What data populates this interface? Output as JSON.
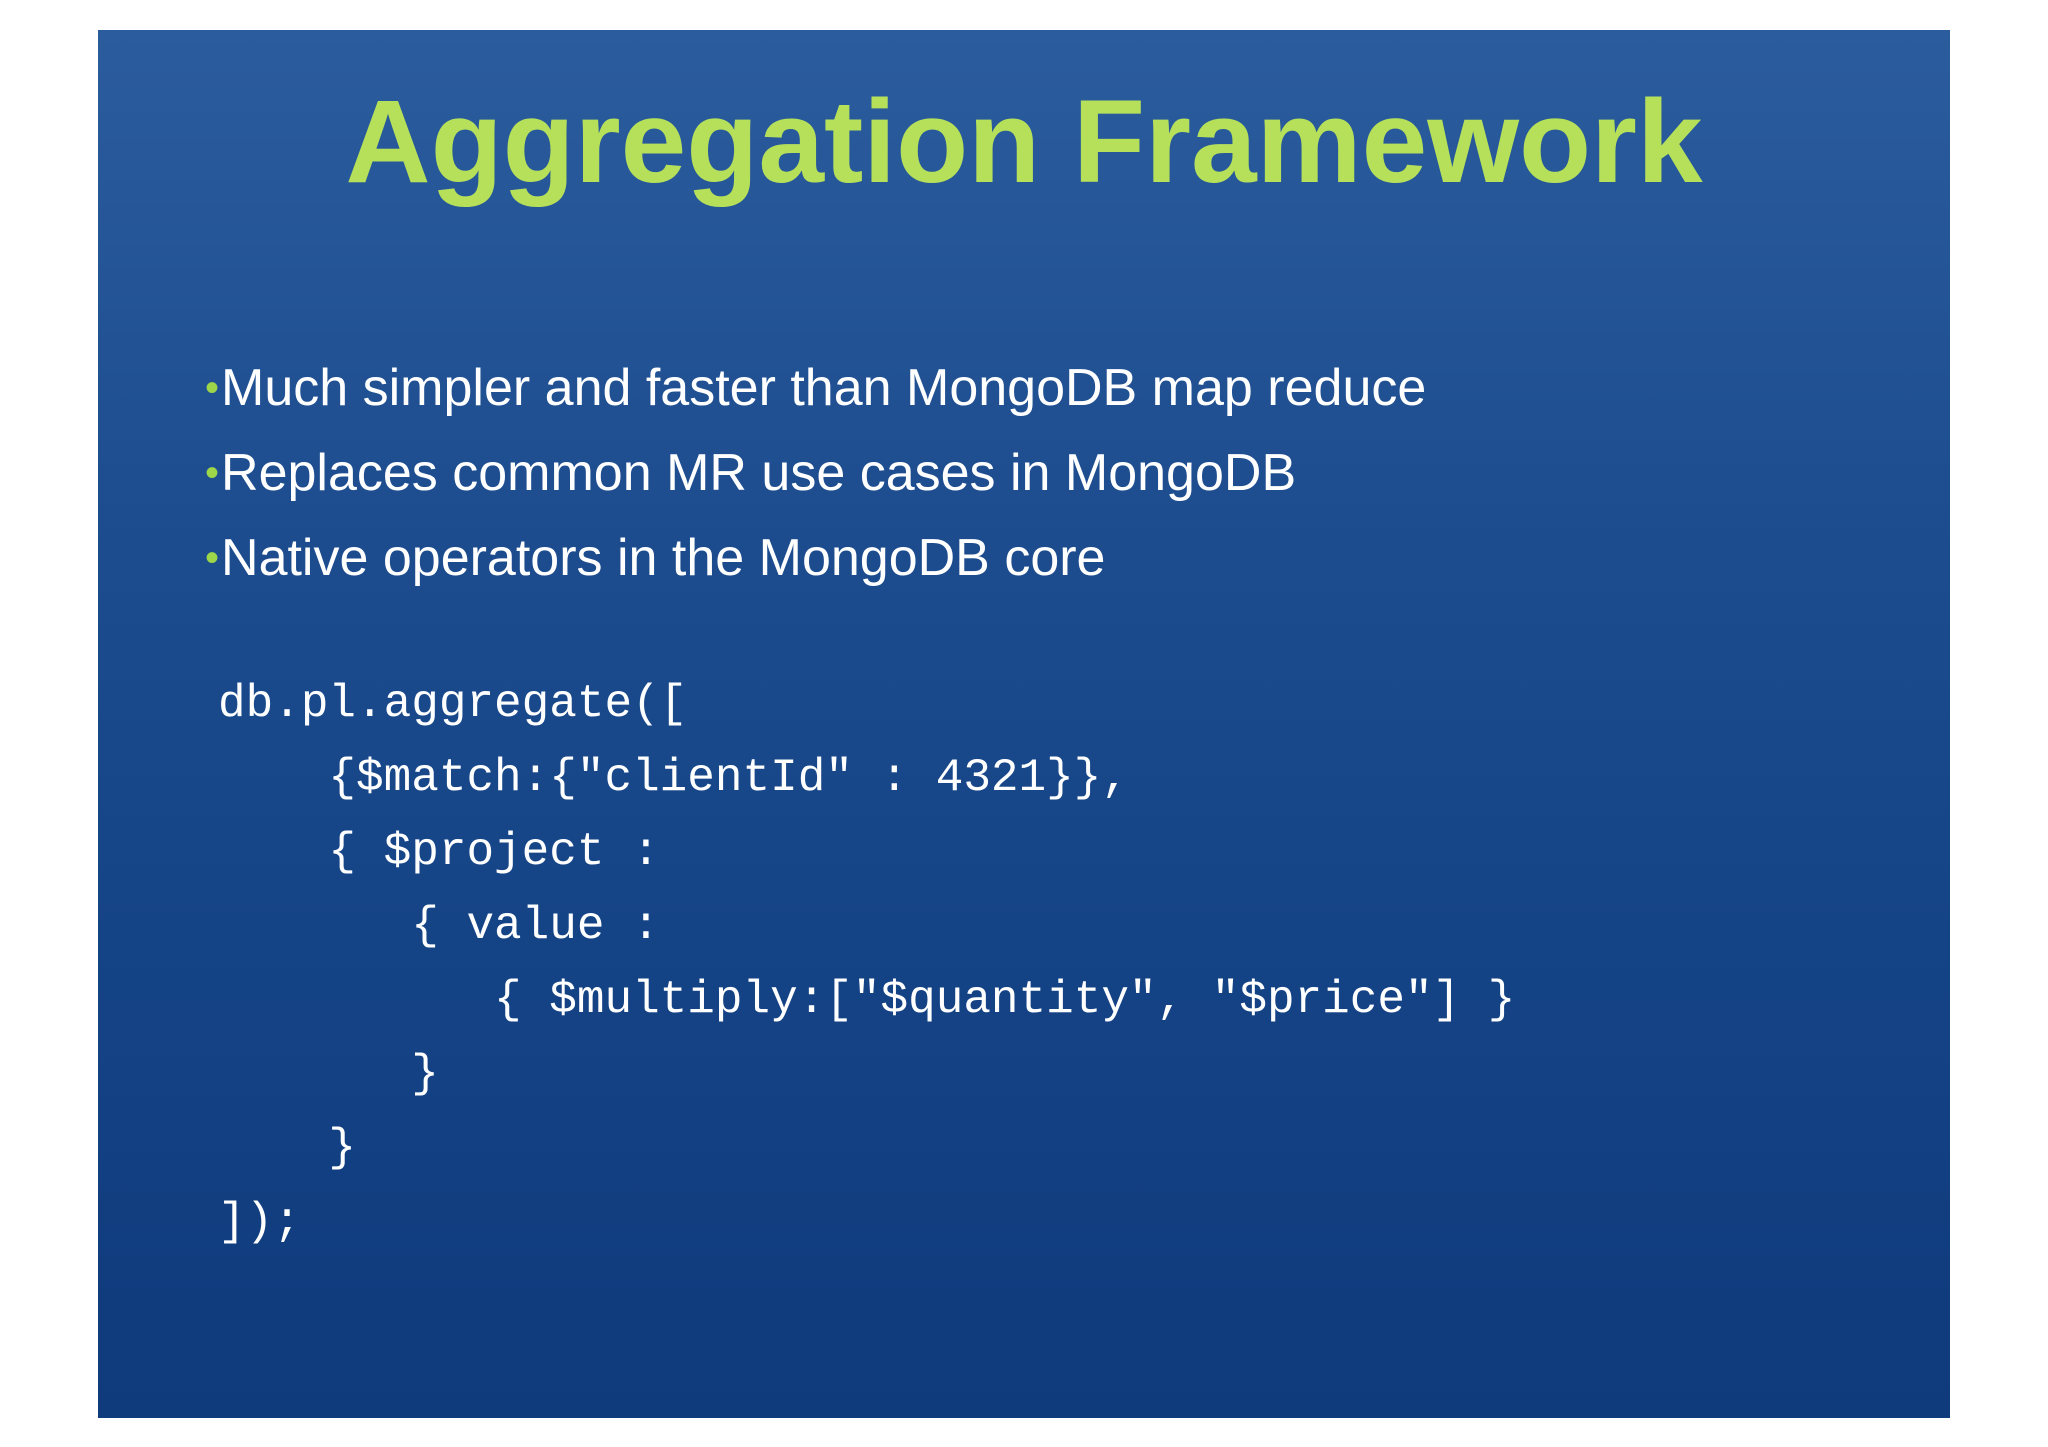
{
  "slide": {
    "title": "Aggregation Framework",
    "bullet_symbol": "•",
    "bullets": [
      "Much simpler and faster than MongoDB map reduce",
      "Replaces common MR use cases in MongoDB",
      "Native operators in the MongoDB core"
    ],
    "code_lines": [
      "db.pl.aggregate([",
      "    {$match:{\"clientId\" : 4321}},",
      "    { $project :",
      "       { value :",
      "          { $multiply:[\"$quantity\", \"$price\"] }",
      "       }",
      "    }",
      "]);"
    ]
  },
  "colors": {
    "page_background": "#ffffff",
    "slide_background_top": "#2b5c9d",
    "slide_background_bottom": "#0f3a7c",
    "title": "#b6e05a",
    "bullet_dot": "#9ed64a",
    "text": "#ffffff"
  }
}
